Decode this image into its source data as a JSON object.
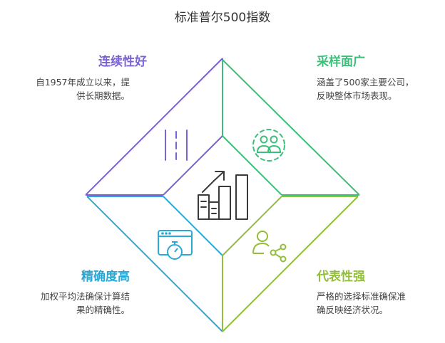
{
  "title": "标准普尔500指数",
  "colors": {
    "purple": "#7B62D4",
    "green": "#3DBE7A",
    "blue": "#2AA8D6",
    "lime": "#92BE3A",
    "dark": "#3b3b3b"
  },
  "sections": {
    "top_left": {
      "heading": "连续性好",
      "text": [
        "自1957年成立以来，提",
        "供长期数据。"
      ],
      "icon": "road-lanes-icon"
    },
    "top_right": {
      "heading": "采样面广",
      "text": [
        "涵盖了500家主要公司，",
        "反映整体市场表现。"
      ],
      "icon": "people-group-icon"
    },
    "bottom_left": {
      "heading": "精确度高",
      "text": [
        "加权平均法确保计算结",
        "果的精确性。"
      ],
      "icon": "stopwatch-window-icon"
    },
    "bottom_right": {
      "heading": "代表性强",
      "text": [
        "严格的选择标准确保准",
        "确反映经济状况。"
      ],
      "icon": "person-share-icon"
    },
    "center": {
      "icon": "bar-chart-growth-icon"
    }
  }
}
